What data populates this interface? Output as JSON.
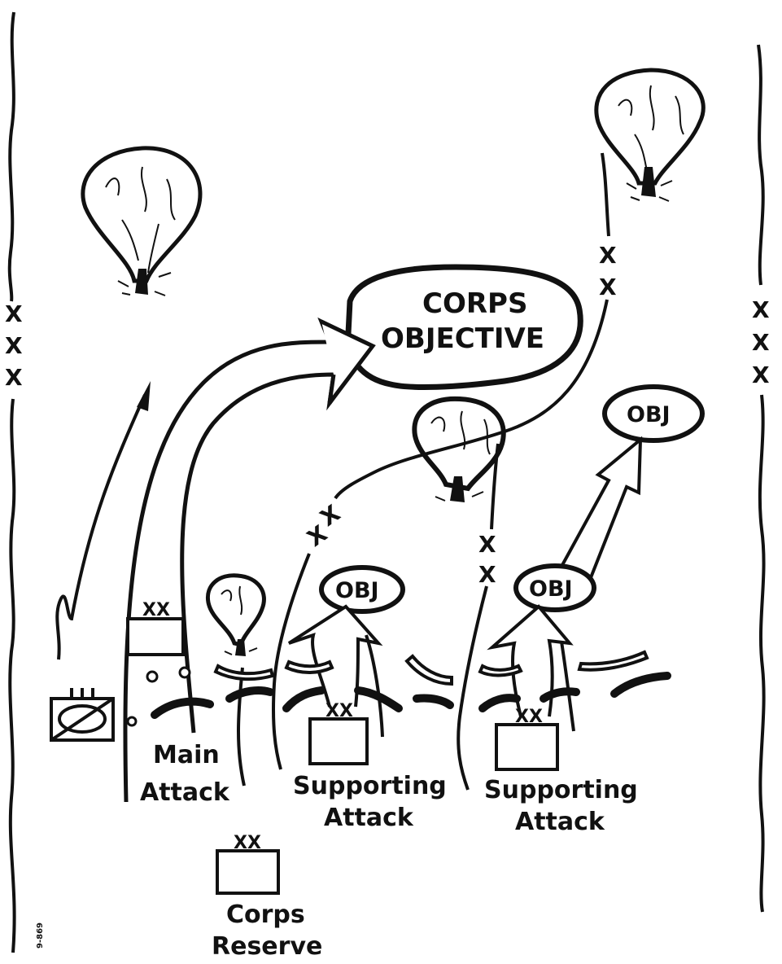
{
  "labels": {
    "corps_objective_line1": "CORPS",
    "corps_objective_line2": "OBJECTIVE",
    "obj_right": "OBJ",
    "obj_center": "OBJ",
    "obj_right_lower": "OBJ",
    "main_attack_line1": "Main",
    "main_attack_line2": "Attack",
    "supporting_attack_1_line1": "Supporting",
    "supporting_attack_1_line2": "Attack",
    "supporting_attack_2_line1": "Supporting",
    "supporting_attack_2_line2": "Attack",
    "corps_reserve_line1": "Corps",
    "corps_reserve_line2": "Reserve",
    "corps_boundary_mark": "X",
    "division_boundary_mark": "X",
    "division_unit_mark": "XX",
    "artist_mark": "9-869"
  },
  "colors": {
    "ink": "#111111",
    "paper": "#ffffff"
  }
}
